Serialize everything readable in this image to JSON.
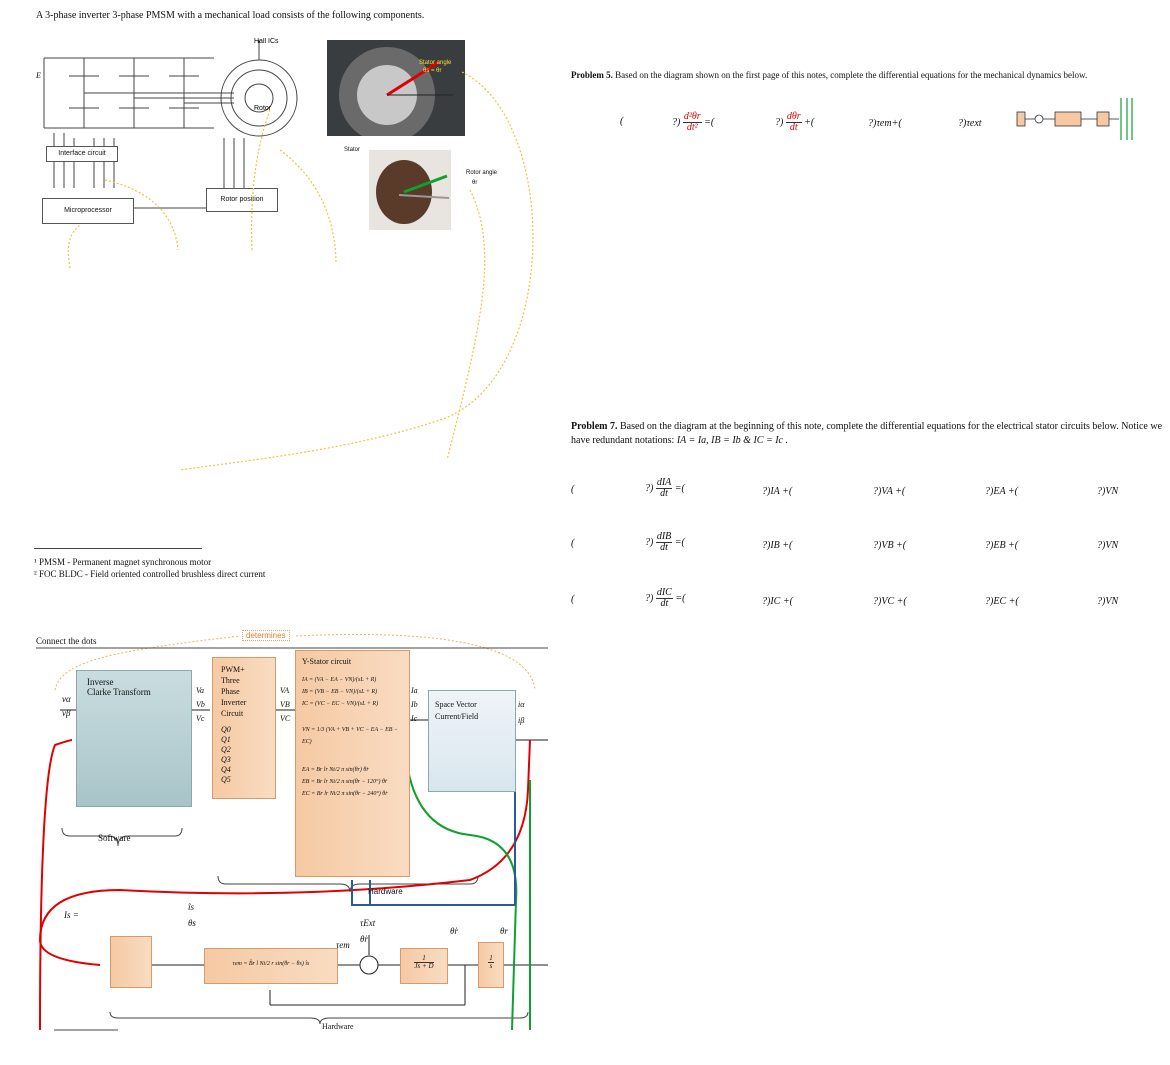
{
  "intro": "A 3-phase inverter 3-phase PMSM with a mechanical load consists of the following components.",
  "circuit": {
    "hall_ics": "Hall ICs",
    "rotor": "Rotor",
    "interface": "Interface circuit",
    "microprocessor": "Microprocessor",
    "rotor_position": "Rotor position",
    "e_label": "E"
  },
  "photos": {
    "stator_angle": "Stator angle",
    "stator_theta": "θs = θr",
    "stator": "Stator",
    "rotor_angle": "Rotor angle",
    "rotor_theta": "θr"
  },
  "footnotes": {
    "f1": "¹ PMSM - Permanent magnet synchronous motor",
    "f2": "² FOC BLDC - Field oriented controlled brushless direct current"
  },
  "problem5": {
    "label": "Problem 5.",
    "text": "Based on the diagram shown on the first page of this notes, complete the differential equations for the mechanical dynamics below.",
    "open": "(",
    "q": "?)",
    "d2": "d²θr",
    "dt2": "dt²",
    "eq": "=(",
    "d1": "dθr",
    "dt": "dt",
    "plus": "+(",
    "tem": "τem",
    "text_ext": "τext"
  },
  "problem7": {
    "label": "Problem 7.",
    "text": "Based on the diagram at the beginning of this note, complete the differential equations for the electrical stator circuits below. Notice we have redundant notations:",
    "notation": "IA = Ia, IB = Ib & IC = Ic .",
    "rows": [
      {
        "dI": "dIA",
        "I": "IA",
        "V": "VA",
        "E": "EA"
      },
      {
        "dI": "dIB",
        "I": "IB",
        "V": "VB",
        "E": "EB"
      },
      {
        "dI": "dIC",
        "I": "IC",
        "V": "VC",
        "E": "EC"
      }
    ],
    "dt": "dt",
    "VN": "VN"
  },
  "diagram": {
    "connect": "Connect the dots",
    "determines": "determines",
    "inverse_clarke": "Inverse\nClarke Transform",
    "software": "Software",
    "pwm": "PWM+\nThree\nPhase\nInverter\nCircuit",
    "q_list": [
      "Q0",
      "Q1",
      "Q2",
      "Q3",
      "Q4",
      "Q5"
    ],
    "ystator": "Y-Stator circuit",
    "space_vector": "Space Vector\nCurrent/Field",
    "hardware_top": "Hardware",
    "hardware_bottom": "Hardware",
    "v_alpha": "vα",
    "v_beta": "vβ",
    "va": "Va",
    "vb": "Vb",
    "vc": "Vc",
    "VA": "VA",
    "VB": "VB",
    "VC": "VC",
    "Ia": "Ia",
    "Ib": "Ib",
    "Ic": "Ic",
    "ialpha": "iα",
    "ibeta": "iβ",
    "Is_label": "Is =",
    "is_hat": "îs",
    "theta_s": "θs",
    "tau_ext": "τExt",
    "tau_em": "τem",
    "theta_dot": "θ̇r",
    "theta_r": "θr",
    "tf1_num": "1",
    "tf1_den": "Js + D",
    "tf2_num": "1",
    "tf2_den": "s",
    "tem_eq": "τem = B̂r l Nt/2 r sin(θr − θs) îs",
    "ystator_eqs": [
      "IA = (VA − EA − VN)/(sL + R)",
      "IB = (VB − EB − VN)/(sL + R)",
      "IC = (VC − EC − VN)/(sL + R)"
    ],
    "vn_eq": "VN = 1/3 (VA + VB + VC − EA − EB − EC)",
    "e_eqs": [
      "EA = Br lr Nt/2 π sin(θr) θ̇r",
      "EB = Br lr Nt/2 π sin(θr − 120°) θ̇r",
      "EC = Br lr Nt/2 π sin(θr − 240°) θ̇r"
    ]
  },
  "colors": {
    "red": "#e00000",
    "green": "#10a030",
    "blue": "#2a5a9a",
    "orange": "#f0b060",
    "yellow": "#f5c040"
  }
}
